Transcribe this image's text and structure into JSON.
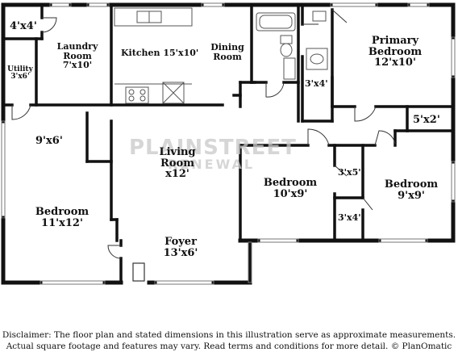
{
  "rooms": {
    "closet_4x4": "4'x4'",
    "laundry_name": "Laundry Room",
    "laundry_size": "7'x10'",
    "utility_name": "Utility",
    "utility_size": "3'x6'",
    "kitchen_name": "Kitchen",
    "kitchen_size": "15'x10'",
    "dining_name": "Dining Room",
    "primary_name": "Primary Bedroom",
    "primary_size": "12'x10'",
    "closet_3x4_top": "3'x4'",
    "closet_5x2": "5'x2'",
    "closet_9x6": "9'x6'",
    "living_name": "Living Room",
    "living_size": "x12'",
    "bedroom_mid_name": "Bedroom",
    "bedroom_mid_size": "10'x9'",
    "closet_3x5": "3'x5'",
    "closet_3x4_bottom": "3'x4'",
    "bedroom_right_name": "Bedroom",
    "bedroom_right_size": "9'x9'",
    "bedroom_left_name": "Bedroom",
    "bedroom_left_size": "11'x12'",
    "foyer_name": "Foyer",
    "foyer_size": "13'x6'"
  },
  "watermark": {
    "line1": "PLAINSTREET",
    "line2": "RENEWAL"
  },
  "disclaimer": {
    "line1": "Disclaimer: The floor plan and stated dimensions in this illustration serve as approximate measurements.",
    "line2": "Actual square footage and features may vary. Read terms and conditions for more detail. © PlanOmatic"
  }
}
